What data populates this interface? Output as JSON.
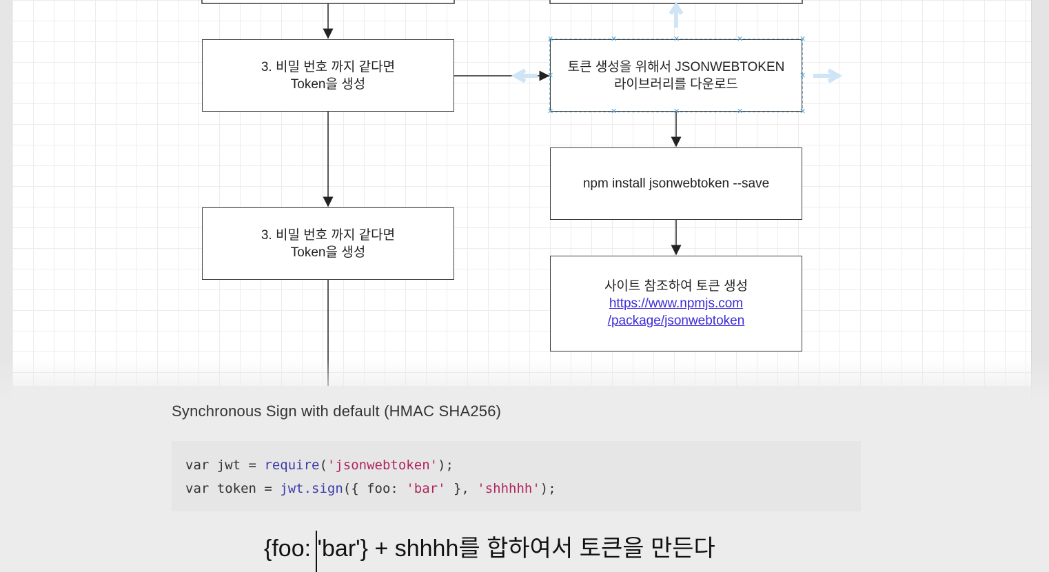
{
  "diagram": {
    "left_box_1": {
      "line1": "3. 비밀 번호 까지 같다면",
      "line2": "Token을 생성"
    },
    "left_box_2": {
      "line1": "3. 비밀 번호 까지 같다면",
      "line2": "Token을 생성"
    },
    "right_box_1": {
      "line1": "토큰 생성을 위해서 JSONWEBTOKEN",
      "line2": "라이브러리를 다운로드"
    },
    "right_box_2": {
      "text": "npm install jsonwebtoken --save"
    },
    "right_box_3": {
      "line1": "사이트 참조하여 토큰 생성",
      "link_line1": "https://www.npmjs.com",
      "link_line2": "/package/jsonwebtoken"
    }
  },
  "doc": {
    "section_title": "Synchronous Sign with default (HMAC SHA256)",
    "code": {
      "line1": {
        "a": "var jwt = ",
        "fn": "require",
        "b": "(",
        "str": "'jsonwebtoken'",
        "c": ");"
      },
      "line2": {
        "a": "var token = ",
        "fn": "jwt.sign",
        "b": "({ foo: ",
        "str1": "'bar'",
        "c": " }, ",
        "str2": "'shhhhh'",
        "d": ");"
      }
    }
  },
  "caption": {
    "text": "{foo: 'bar'} + shhhh를 합하여서  토큰을 만든다"
  },
  "colors": {
    "accent_link": "#3c2bd8",
    "selection_handle": "#56a6d8",
    "code_string": "#b0255f",
    "code_fn": "#3c3ca8"
  }
}
